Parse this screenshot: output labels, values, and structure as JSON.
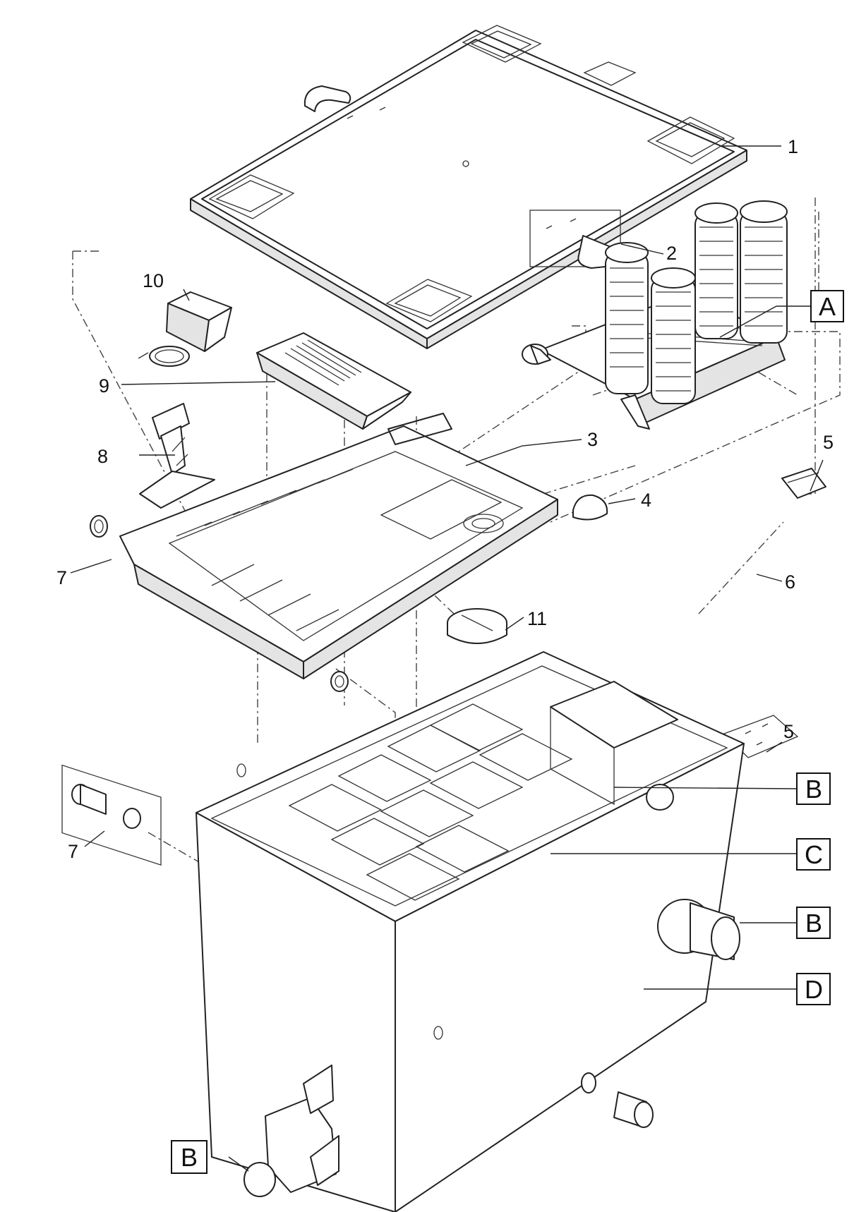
{
  "callouts": {
    "n1": "1",
    "n2": "2",
    "n3": "3",
    "n4": "4",
    "n5a": "5",
    "n5b": "5",
    "n6": "6",
    "n7a": "7",
    "n7b": "7",
    "n8": "8",
    "n9": "9",
    "n10": "10",
    "n11": "11"
  },
  "letters": {
    "A": "A",
    "B1": "B",
    "C": "C",
    "B2": "B",
    "D": "D",
    "B3": "B"
  },
  "colors": {
    "line": "#222222",
    "shade": "#e4e4e4",
    "background": "#ffffff"
  }
}
